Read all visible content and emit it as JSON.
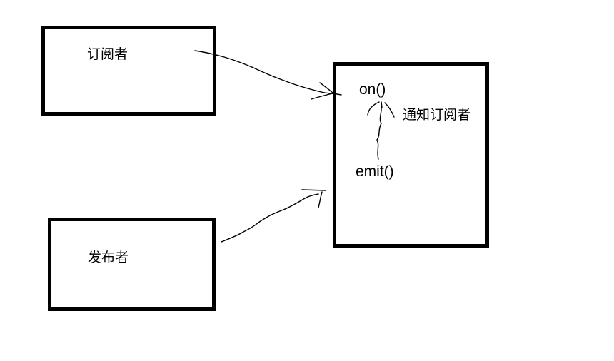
{
  "canvas": {
    "background_color": "#ffffff",
    "ink_color": "#000000"
  },
  "diagram": {
    "subscriber_box": {
      "label": "订阅者"
    },
    "publisher_box": {
      "label": "发布者"
    },
    "event_bus_box": {
      "on_label": "on()",
      "emit_label": "emit()",
      "notify_label": "通知订阅者"
    },
    "arrows": [
      {
        "from": "订阅者",
        "to": "on()"
      },
      {
        "from": "发布者",
        "to": "emit()"
      },
      {
        "from": "emit()",
        "to": "on()",
        "annotation": "通知订阅者"
      }
    ]
  }
}
